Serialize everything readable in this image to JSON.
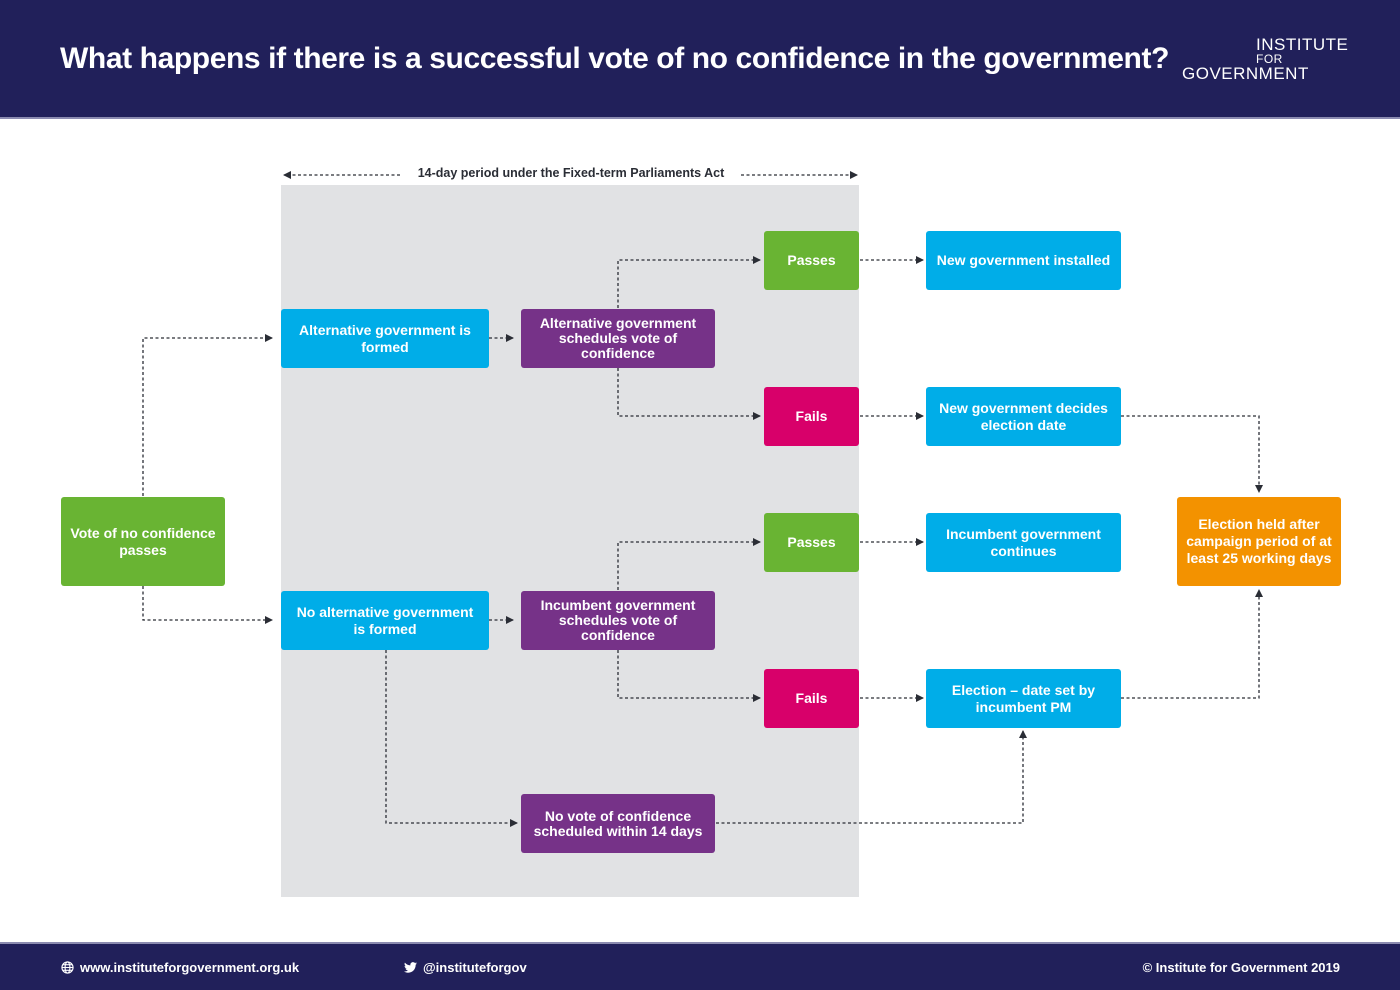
{
  "header": {
    "title": "What happens if there is a successful vote of no confidence in the government?",
    "logo": {
      "line1": "INSTITUTE",
      "line2": "FOR",
      "line3": "GOVERNMENT"
    }
  },
  "period": {
    "label": "14-day period under the Fixed-term Parliaments Act",
    "background": "#e1e2e4"
  },
  "colors": {
    "header_bg": "#21205a",
    "blue": "#00ade8",
    "green": "#69b433",
    "purple": "#763288",
    "pink": "#d8006a",
    "orange": "#f39200",
    "connector": "#2a2d35"
  },
  "nodes": {
    "start": "Vote of no confidence passes",
    "alt_formed": "Alternative government is formed",
    "no_alt_formed": "No alternative government is formed",
    "alt_schedules": "Alternative government schedules vote of confidence",
    "inc_schedules": "Incumbent government schedules vote of confidence",
    "no_vote": "No vote of confidence scheduled within 14 days",
    "alt_passes": "Passes",
    "alt_fails": "Fails",
    "inc_passes": "Passes",
    "inc_fails": "Fails",
    "new_gov_installed": "New government installed",
    "new_gov_decides": "New government decides election date",
    "inc_continues": "Incumbent government continues",
    "election_pm": "Election – date set by incumbent PM",
    "election_held": "Election held after campaign period of at least 25 working days"
  },
  "edges": [
    [
      "start",
      "alt_formed"
    ],
    [
      "start",
      "no_alt_formed"
    ],
    [
      "alt_formed",
      "alt_schedules"
    ],
    [
      "alt_schedules",
      "alt_passes"
    ],
    [
      "alt_schedules",
      "alt_fails"
    ],
    [
      "alt_passes",
      "new_gov_installed"
    ],
    [
      "alt_fails",
      "new_gov_decides"
    ],
    [
      "new_gov_decides",
      "election_held"
    ],
    [
      "no_alt_formed",
      "inc_schedules"
    ],
    [
      "no_alt_formed",
      "no_vote"
    ],
    [
      "inc_schedules",
      "inc_passes"
    ],
    [
      "inc_schedules",
      "inc_fails"
    ],
    [
      "inc_passes",
      "inc_continues"
    ],
    [
      "inc_fails",
      "election_pm"
    ],
    [
      "no_vote",
      "election_pm"
    ],
    [
      "election_pm",
      "election_held"
    ]
  ],
  "footer": {
    "website_icon": "globe-icon",
    "website": "www.instituteforgovernment.org.uk",
    "twitter_icon": "twitter-icon",
    "twitter": "@instituteforgov",
    "copyright": "© Institute for Government 2019"
  }
}
